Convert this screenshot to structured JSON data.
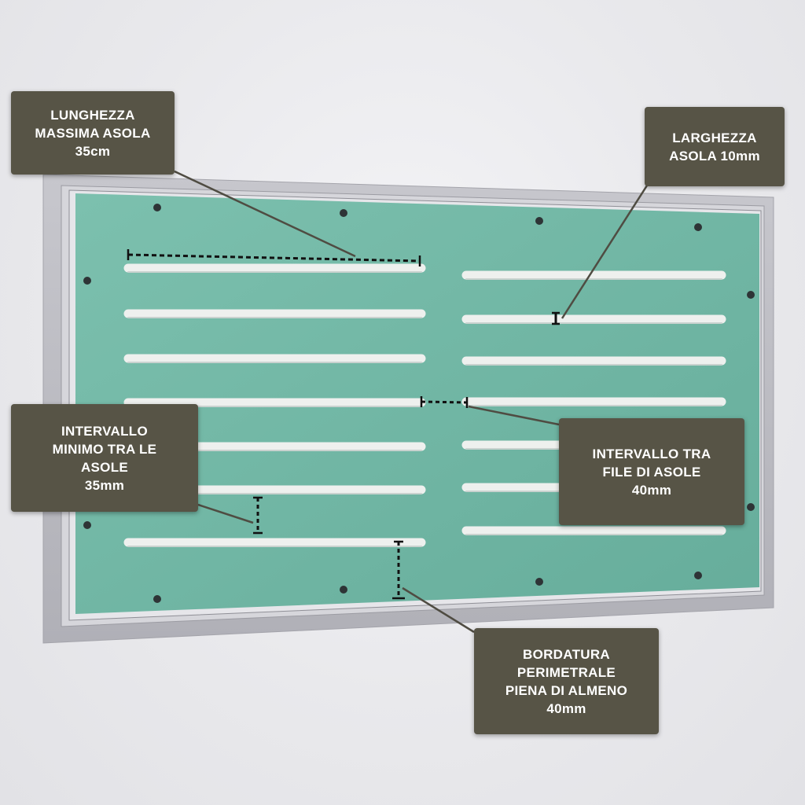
{
  "callouts": {
    "lunghezza": "LUNGHEZZA\nMASSIMA ASOLA\n35cm",
    "larghezza": "LARGHEZZA\nASOLA 10mm",
    "intervallo_min": "INTERVALLO\nMINIMO TRA LE\nASOLE\n35mm",
    "intervallo_file": "INTERVALLO TRA\nFILE DI ASOLE\n40mm",
    "bordatura": "BORDATURA\nPERIMETRALE\nPIENA DI ALMENO\n40mm"
  },
  "colors": {
    "callout_bg": "#575446",
    "panel_green": "#71b7a5",
    "frame_gray": "#b9b9c0",
    "slot_white": "#eef0ee",
    "screw": "#2e3436"
  },
  "panel": {
    "slot_rows": 7,
    "slot_columns": 2
  }
}
